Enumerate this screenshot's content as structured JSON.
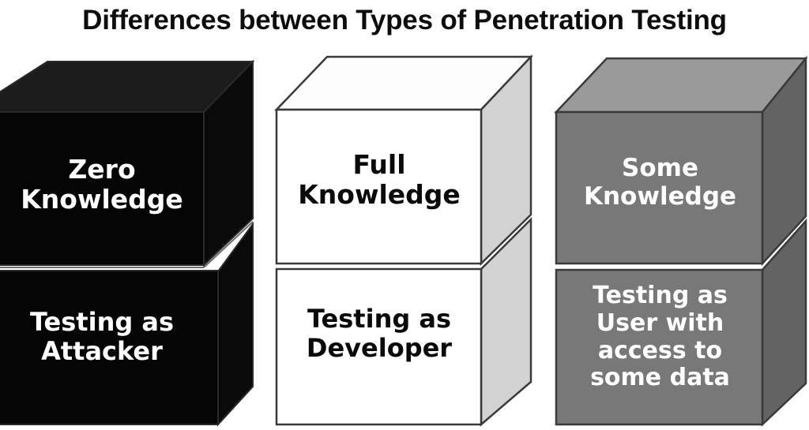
{
  "title": "Differences between Types of Penetration Testing",
  "palette": {
    "background": "#ffffff",
    "title_color": "#0d0d0d",
    "black_front": "#050505",
    "black_top": "#1c1c1c",
    "black_side": "#0a0a0a",
    "white_front": "#ffffff",
    "white_top": "#fdfdfd",
    "white_side": "#d2d2d2",
    "grey_front": "#787878",
    "grey_top": "#9a9a9a",
    "grey_side": "#636363",
    "outline": "#3a3a3a",
    "text_on_dark": "#ffffff",
    "text_on_light": "#0a0a0a"
  },
  "columns": [
    {
      "id": "zero-knowledge",
      "style": "black",
      "top_label": "Zero\nKnowledge",
      "bottom_label": "Testing as\nAttacker",
      "text_color": "#ffffff"
    },
    {
      "id": "full-knowledge",
      "style": "white",
      "top_label": "Full\nKnowledge",
      "bottom_label": "Testing as\nDeveloper",
      "text_color": "#0a0a0a"
    },
    {
      "id": "some-knowledge",
      "style": "grey",
      "top_label": "Some\nKnowledge",
      "bottom_label": "Testing as\nUser with\naccess to\nsome data",
      "text_color": "#ffffff"
    }
  ]
}
